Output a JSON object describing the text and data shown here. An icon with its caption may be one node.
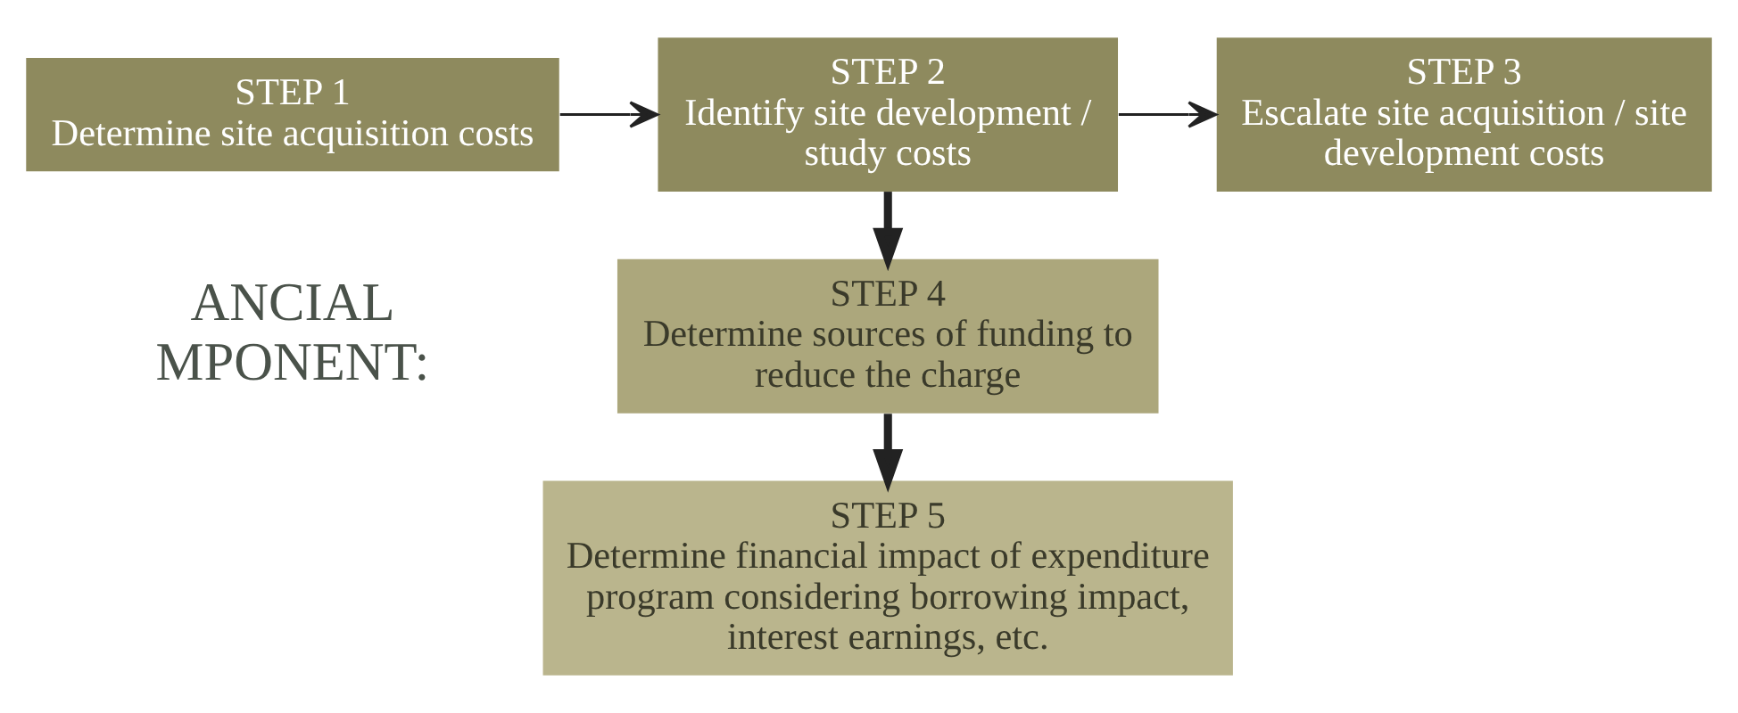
{
  "diagram": {
    "nodes": [
      {
        "text": [
          "STEP 1",
          "Determine site acquisition costs"
        ]
      },
      {
        "text": [
          "STEP 2",
          "Identify site development / study costs"
        ]
      },
      {
        "text": [
          "STEP 3",
          "Escalate site acquisition / site development costs"
        ]
      },
      {
        "text": [
          "STEP 4",
          "Determine sources of funding to reduce the charge"
        ]
      },
      {
        "text": [
          "STEP 5",
          "Determine financial impact of expenditure program considering borrowing impact, interest earnings, etc."
        ]
      }
    ],
    "edges": [
      {
        "from": 0,
        "to": 1,
        "arrow": "to"
      },
      {
        "from": 1,
        "to": 2,
        "arrow": "to"
      },
      {
        "from": 1,
        "to": 3,
        "arrow": "to",
        "style": "thick"
      },
      {
        "from": 3,
        "to": 4,
        "arrow": "to",
        "style": "thick"
      }
    ],
    "labels": [
      "ANCIAL MPONENT:"
    ]
  }
}
